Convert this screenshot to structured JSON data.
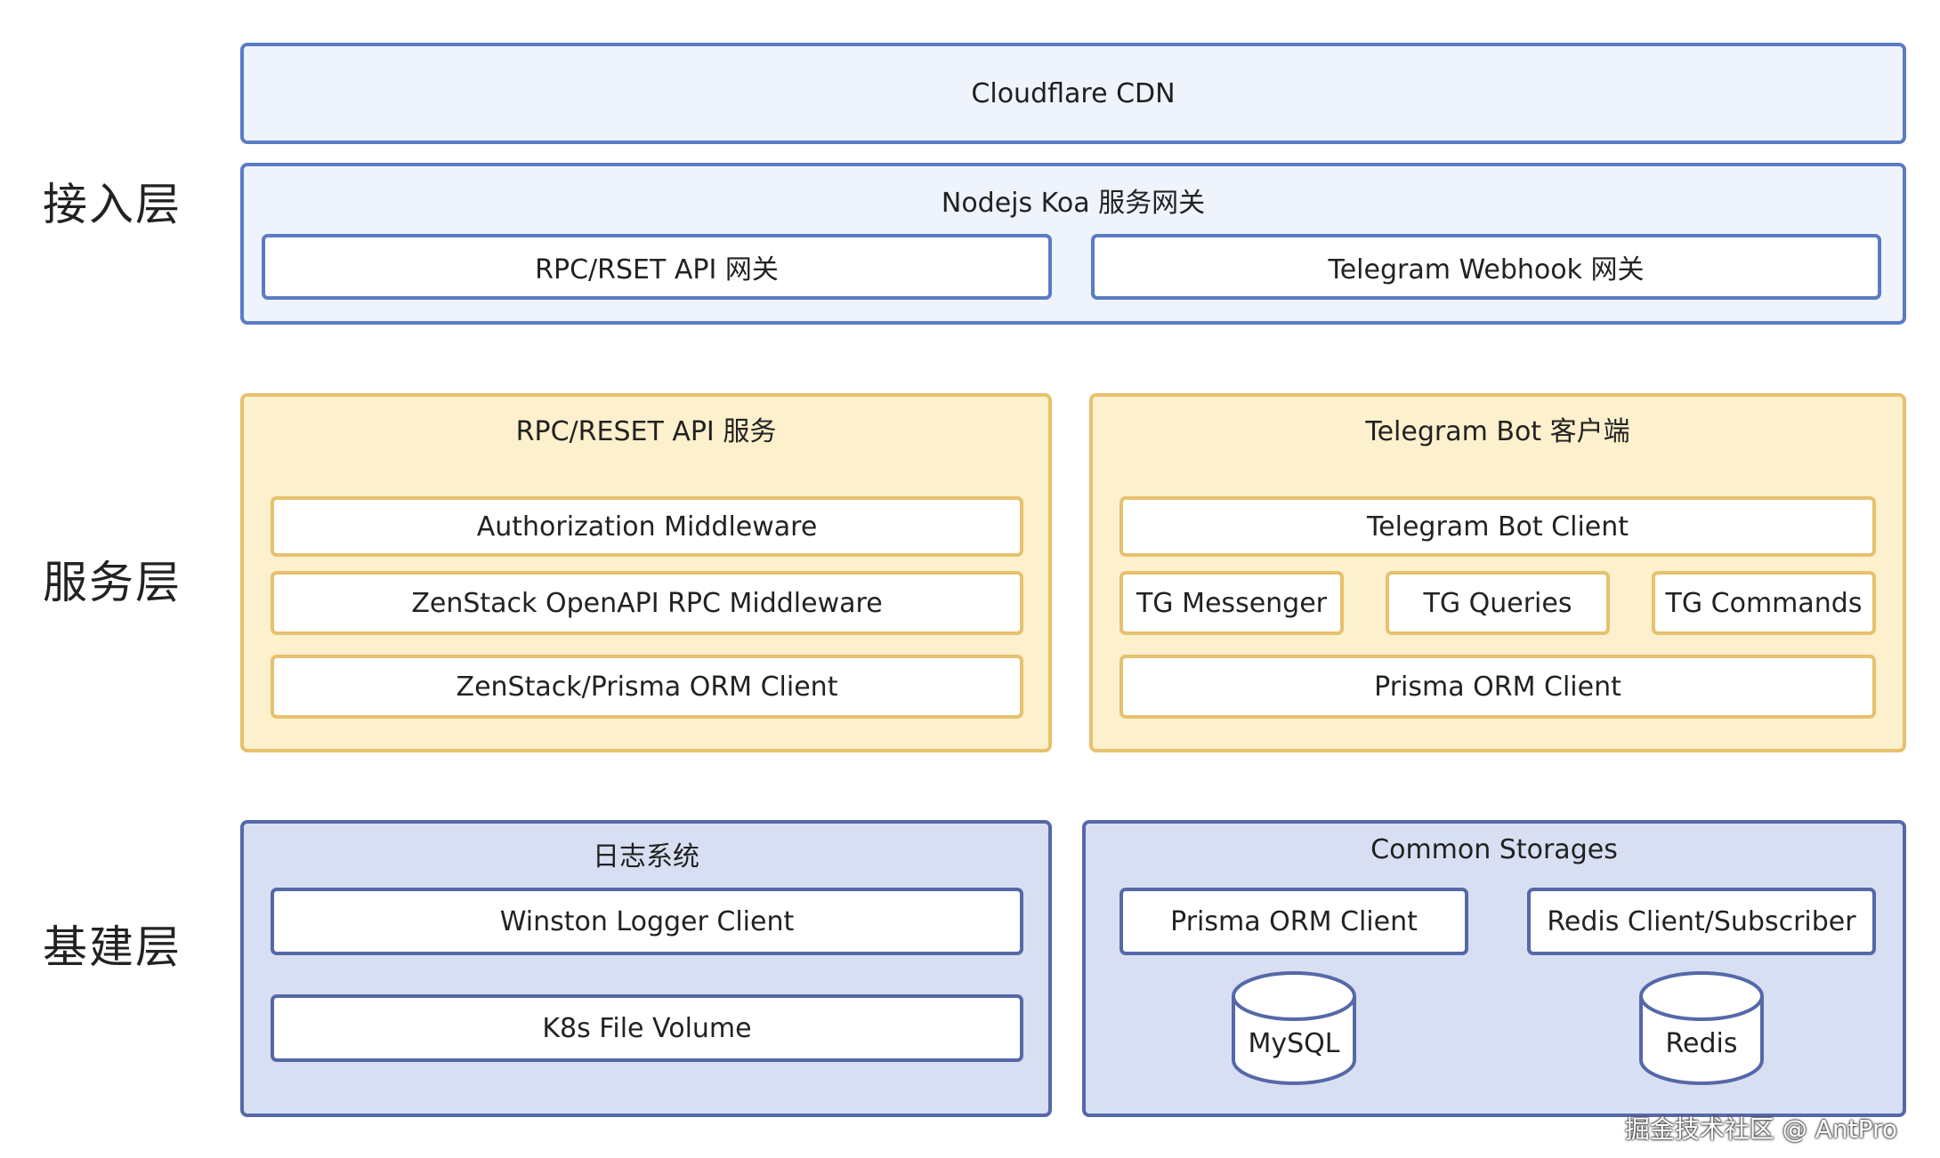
{
  "layers": {
    "access": "接入层",
    "service": "服务层",
    "infra": "基建层"
  },
  "access": {
    "cdn": "Cloudflare CDN",
    "gateway_title": "Nodejs Koa 服务网关",
    "rpc_gateway": "RPC/RSET API 网关",
    "webhook_gateway": "Telegram Webhook 网关"
  },
  "service": {
    "rpc_title": "RPC/RESET API 服务",
    "auth_middleware": "Authorization Middleware",
    "zenstack_rpc": "ZenStack OpenAPI RPC Middleware",
    "zenstack_orm": "ZenStack/Prisma ORM Client",
    "tg_title": "Telegram Bot 客户端",
    "tg_bot_client": "Telegram Bot Client",
    "tg_messenger": "TG Messenger",
    "tg_queries": "TG Queries",
    "tg_commands": "TG Commands",
    "prisma_orm": "Prisma ORM Client"
  },
  "infra": {
    "log_title": "日志系统",
    "winston": "Winston Logger Client",
    "k8s_volume": "K8s File Volume",
    "storage_title": "Common Storages",
    "prisma_orm": "Prisma ORM Client",
    "redis_client": "Redis Client/Subscriber",
    "mysql": "MySQL",
    "redis": "Redis"
  },
  "watermark": "掘金技术社区 @ AntPro",
  "colors": {
    "access_border": "#5b7cc4",
    "access_fill": "#eef3fc",
    "service_border": "#e6c16e",
    "service_fill": "#fdf0cc",
    "infra_border": "#5568a8",
    "infra_fill": "#d8dff2"
  }
}
